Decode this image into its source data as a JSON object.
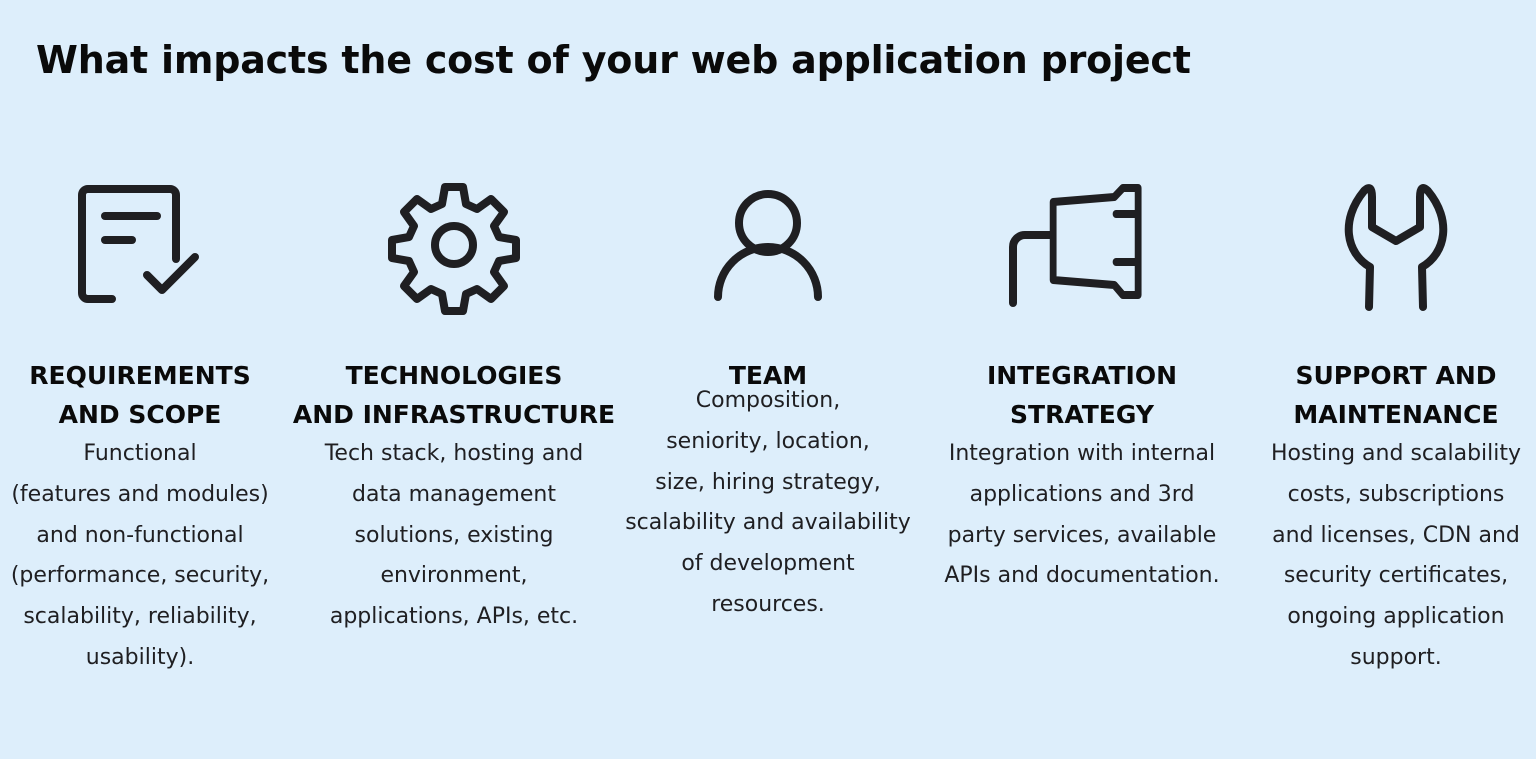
{
  "header": {
    "title": "What impacts the cost of your web application project"
  },
  "colors": {
    "background": "#ddeefb",
    "icon_stroke": "#1f1f22",
    "text": "#0a0a0a"
  },
  "factors": [
    {
      "icon": "document-check-icon",
      "title": "REQUIREMENTS\nAND SCOPE",
      "description": "Functional\n(features and modules)\nand non-functional\n(performance, security,\nscalability, reliability,\nusability)."
    },
    {
      "icon": "gear-icon",
      "title": "TECHNOLOGIES\nAND INFRASTRUCTURE",
      "description": "Tech stack, hosting and\ndata management\nsolutions, existing\nenvironment,\napplications, APIs, etc."
    },
    {
      "icon": "user-icon",
      "title": "TEAM",
      "description": "Composition,\nseniority, location,\nsize, hiring strategy,\nscalability and availability\nof development\nresources."
    },
    {
      "icon": "plug-icon",
      "title": "INTEGRATION\nSTRATEGY",
      "description": "Integration with internal\napplications and 3rd\nparty services, available\nAPIs and documentation."
    },
    {
      "icon": "wrench-icon",
      "title": "SUPPORT AND\nMAINTENANCE",
      "description": "Hosting and scalability\ncosts, subscriptions\nand licenses, CDN and\nsecurity certificates,\nongoing application\nsupport."
    }
  ]
}
